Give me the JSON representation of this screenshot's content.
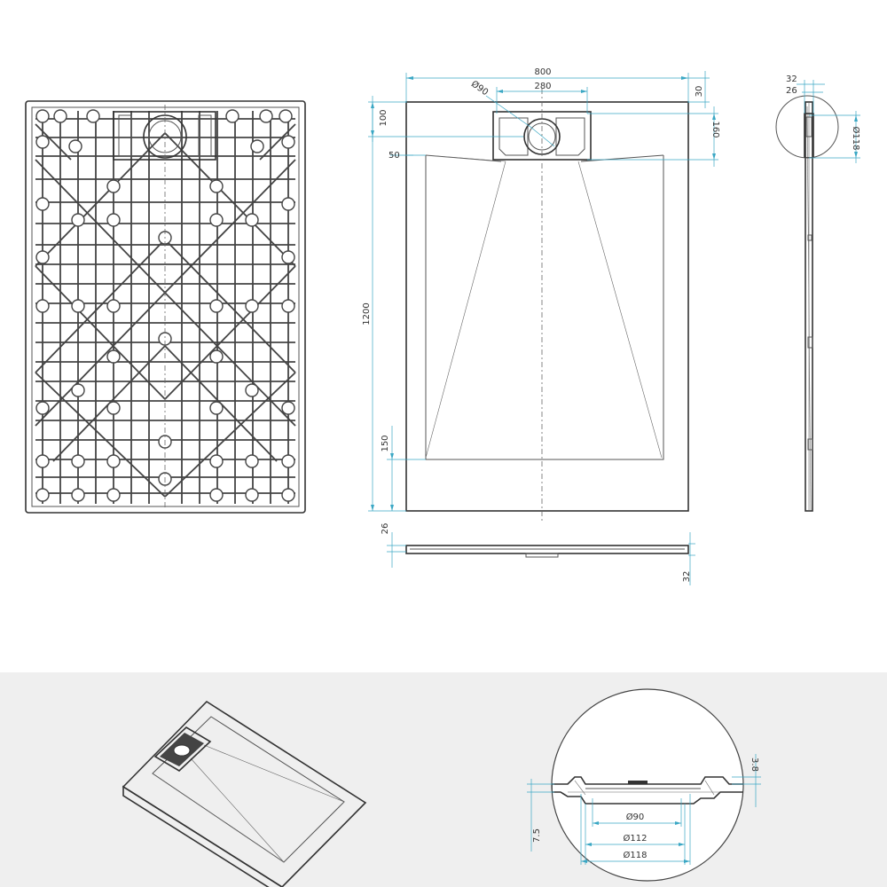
{
  "views": {
    "underside": {
      "name": "underside-view"
    },
    "top": {
      "dim_width": "800",
      "dim_drain_spacing": "280",
      "dim_drain_dia": "Ø90",
      "dim_top_offset": "30",
      "dim_drain_block": "160",
      "dim_drain_pos": "100",
      "dim_side_margin": "50",
      "dim_length": "1200",
      "dim_bottom_margin": "150"
    },
    "front": {
      "dim_height_left": "26",
      "dim_height_right": "32"
    },
    "side": {
      "dim_total": "32",
      "dim_inner": "26",
      "dim_waste_dia": "Ø118"
    },
    "detail": {
      "dim_top_step": "3.8",
      "dim_left": "7.5",
      "dim_d90": "Ø90",
      "dim_d112": "Ø112",
      "dim_d118": "Ø118"
    }
  },
  "colors": {
    "line": "#333333",
    "dimension": "#3aa7c4",
    "panel": "#efefef"
  }
}
